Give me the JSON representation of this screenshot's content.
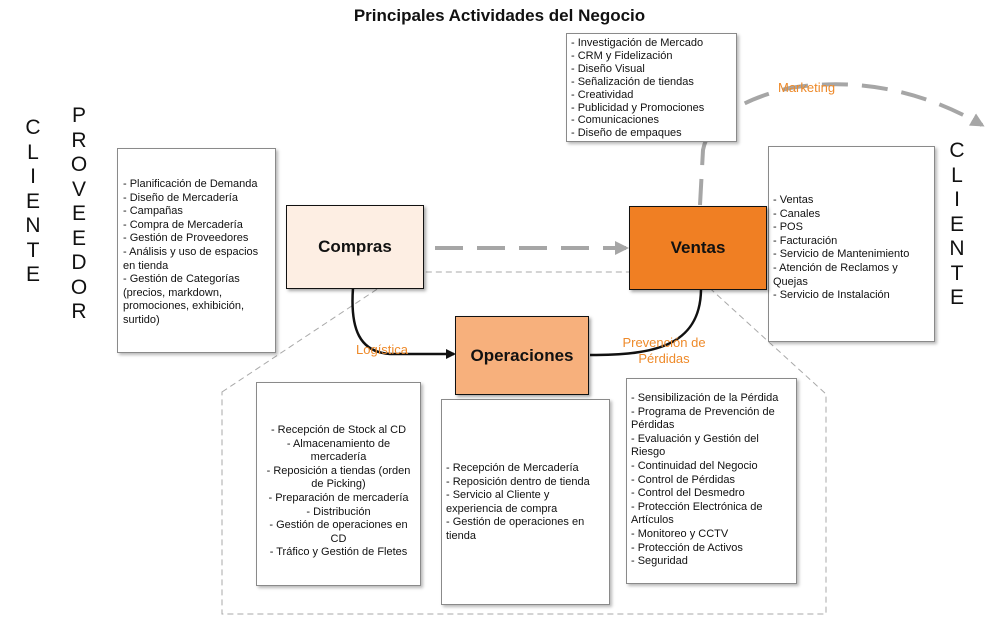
{
  "title": "Principales Actividades del Negocio",
  "left_labels": {
    "cliente": [
      "C",
      "L",
      "I",
      "E",
      "N",
      "T",
      "E"
    ],
    "proveedor": [
      "P",
      "R",
      "O",
      "V",
      "E",
      "E",
      "D",
      "O",
      "R"
    ]
  },
  "right_label": [
    "C",
    "L",
    "I",
    "E",
    "N",
    "T",
    "E"
  ],
  "nodes": {
    "compras": {
      "label": "Compras",
      "color": "#fdeee3"
    },
    "ventas": {
      "label": "Ventas",
      "color": "#f07f23"
    },
    "operaciones": {
      "label": "Operaciones",
      "color": "#f7b07c"
    }
  },
  "flow_labels": {
    "marketing": "Marketing",
    "logistica": "Logística",
    "prevencion": "Prevención de Pérdidas"
  },
  "compras_activities": [
    "- Planificación de Demanda",
    "- Diseño de Mercadería",
    "- Campañas",
    "- Compra de Mercadería",
    "- Gestión de Proveedores",
    "- Análisis y uso de espacios en tienda",
    "- Gestión de Categorías (precios, markdown, promociones, exhibición, surtido)"
  ],
  "marketing_activities": [
    "- Investigación de Mercado",
    "- CRM y Fidelización",
    "- Diseño Visual",
    "- Señalización de tiendas",
    "- Creatividad",
    "- Publicidad y Promociones",
    "- Comunicaciones",
    "- Diseño de empaques"
  ],
  "ventas_activities": [
    "- Ventas",
    "- Canales",
    "- POS",
    "- Facturación",
    "- Servicio de Mantenimiento",
    "- Atención de Reclamos y Quejas",
    "- Servicio de Instalación"
  ],
  "logistica_activities": [
    "- Recepción de Stock al CD",
    "- Almacenamiento de mercadería",
    "- Reposición a tiendas (orden de Picking)",
    "- Preparación de mercadería",
    "- Distribución",
    "- Gestión de operaciones en CD",
    "- Tráfico y Gestión de Fletes"
  ],
  "operaciones_activities": [
    "- Recepción de Mercadería",
    "- Reposición dentro de tienda",
    "- Servicio al Cliente y experiencia de compra",
    "- Gestión de operaciones en tienda"
  ],
  "perdidas_activities": [
    "- Sensibilización de la Pérdida",
    "- Programa de Prevención de Pérdidas",
    "- Evaluación y Gestión del Riesgo",
    "- Continuidad del Negocio",
    "- Control de Pérdidas",
    "- Control del Desmedro",
    "- Protección Electrónica de Artículos",
    "- Monitoreo y CCTV",
    "- Protección de Activos",
    "- Seguridad"
  ],
  "colors": {
    "accent_orange": "#ee8a2a",
    "dashed_arrow": "#a6a6a6"
  }
}
